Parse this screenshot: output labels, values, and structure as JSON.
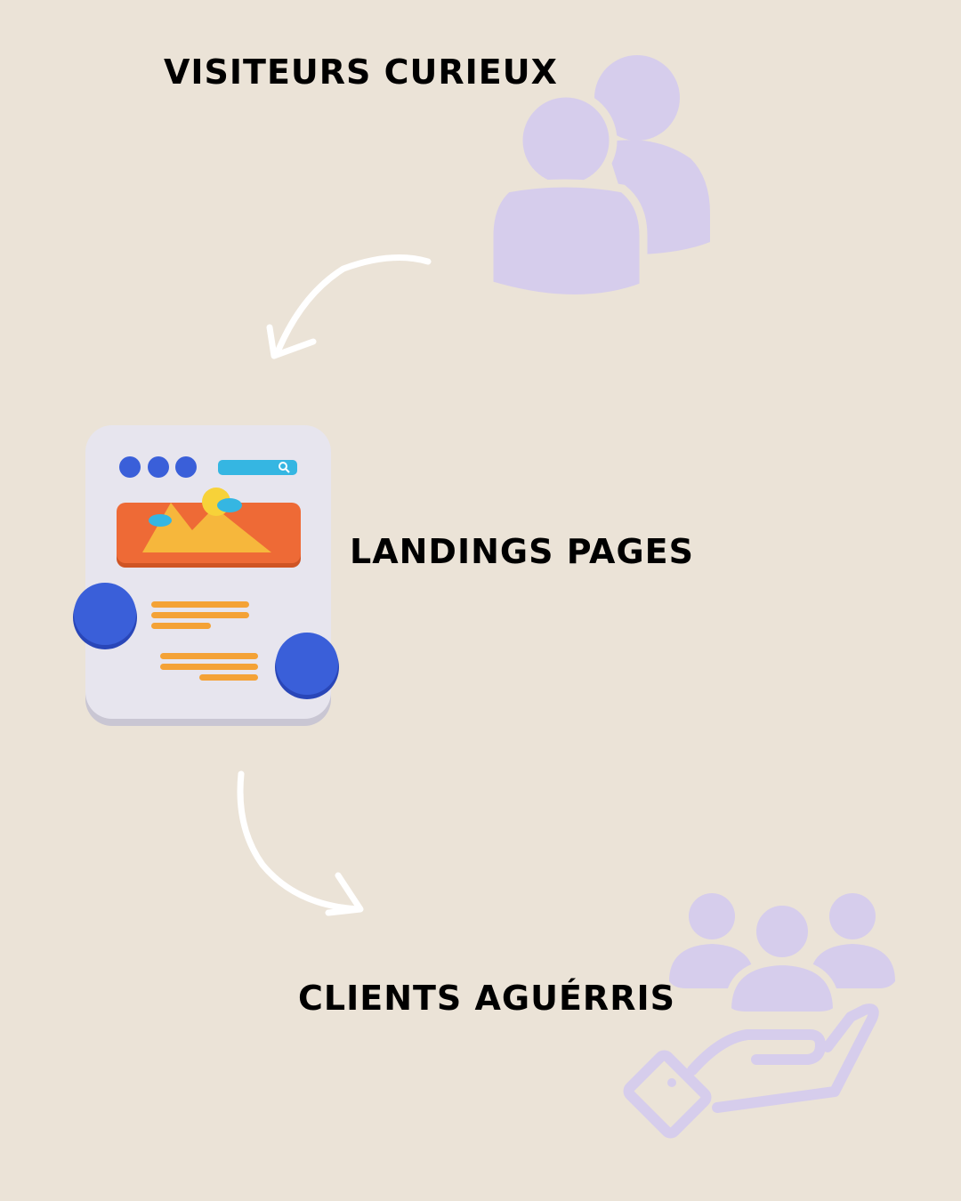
{
  "stages": [
    {
      "label": "VISITEURS CURIEUX",
      "icon": "users-icon"
    },
    {
      "label": "LANDINGS PAGES",
      "icon": "landing-page-icon"
    },
    {
      "label": "CLIENTS AGUÉRRIS",
      "icon": "clients-hand-icon"
    }
  ],
  "colors": {
    "background": "#ebe3d7",
    "icon_purple": "#d6cdec",
    "text": "#000000",
    "arrow": "#ffffff",
    "page_blue": "#3a5fd9",
    "page_orange": "#ee6a36",
    "page_yellow": "#f6b73c",
    "page_cyan": "#35b6e2"
  }
}
